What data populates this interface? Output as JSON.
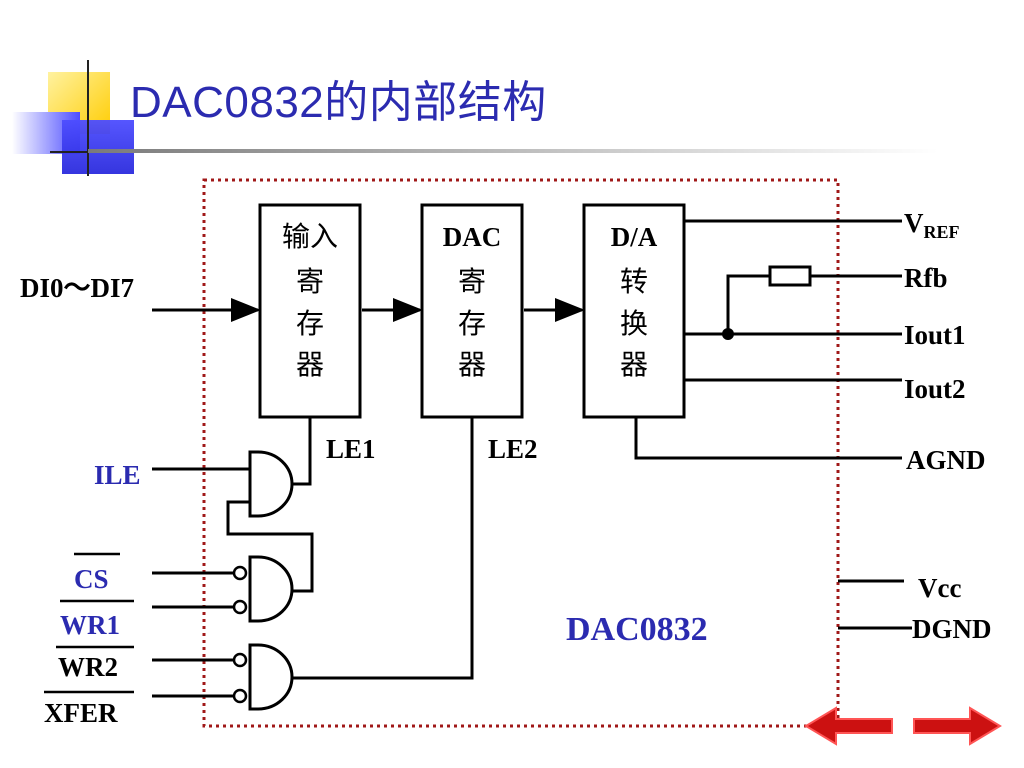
{
  "title": "DAC0832的内部结构",
  "blocks": {
    "input_register": [
      "输入",
      "寄",
      "存",
      "器"
    ],
    "dac_register": [
      "DAC",
      "寄",
      "存",
      "器"
    ],
    "da_converter": [
      "D/A",
      "转",
      "换",
      "器"
    ]
  },
  "signals": {
    "data_input": "DI0～DI7",
    "le1": "LE1",
    "le2": "LE2",
    "ile": "ILE",
    "cs": "CS",
    "wr1": "WR1",
    "wr2": "WR2",
    "xfer": "XFER"
  },
  "pins": {
    "vref_main": "V",
    "vref_sub": "REF",
    "rfb": "Rfb",
    "iout1": "Iout1",
    "iout2": "Iout2",
    "agnd": "AGND",
    "vcc": "Vcc",
    "dgnd": "DGND"
  },
  "chip_label": "DAC0832",
  "colors": {
    "title": "#2b2bb0",
    "signal_blue": "#2b2bb0",
    "boundary": "#a01818",
    "accent_yellow": "#ffcc00",
    "accent_blue": "#4d4dff",
    "nav_red": "#e01010"
  },
  "nav": {
    "back_icon": "left-arrow-icon",
    "forward_icon": "right-arrow-icon"
  }
}
